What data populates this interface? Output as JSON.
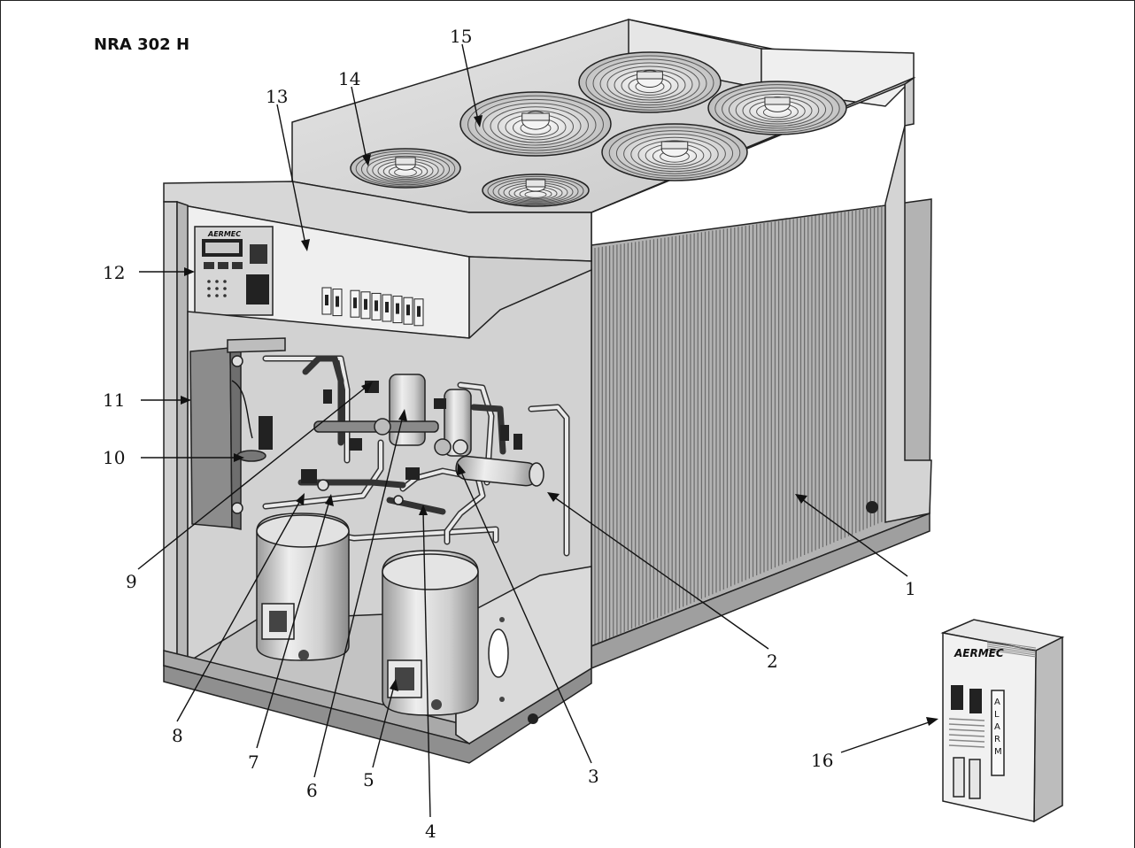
{
  "title": "NRA 302 H",
  "brand": {
    "controller_logo": "AERMEC",
    "remote_logo": "AERMEC",
    "remote_alarm": "ALARM"
  },
  "colors": {
    "panel": "#d9d9d9",
    "panel_dark": "#b9b9b9",
    "coil": "#a9a9a9",
    "line": "#111111",
    "light": "#f1f1f1"
  },
  "callouts": [
    "1",
    "2",
    "3",
    "4",
    "5",
    "6",
    "7",
    "8",
    "9",
    "10",
    "11",
    "12",
    "13",
    "14",
    "15",
    "16"
  ]
}
